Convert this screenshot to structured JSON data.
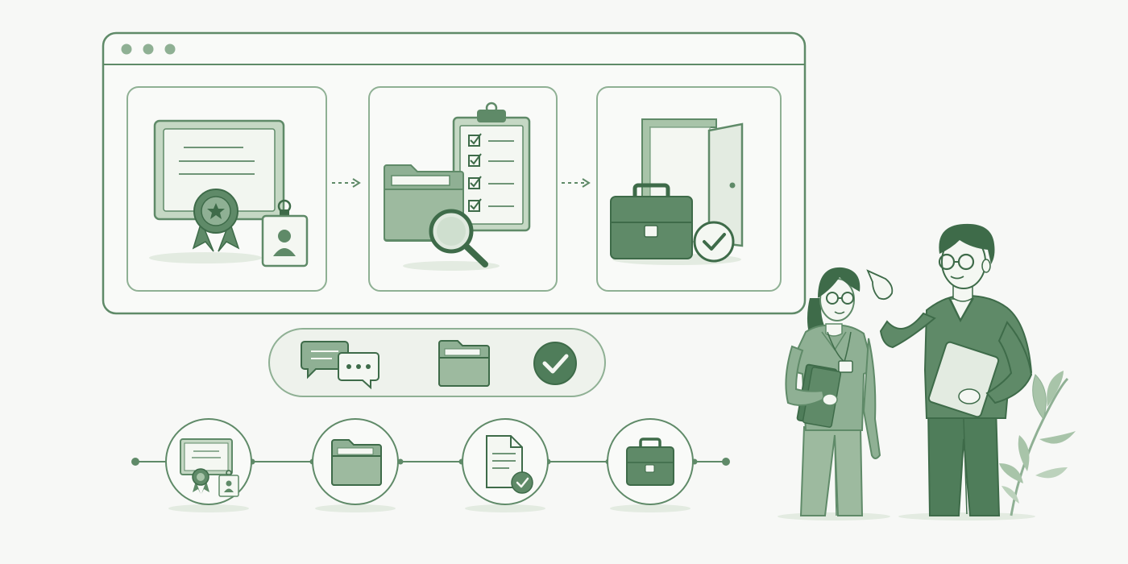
{
  "window": {
    "controls": [
      "dot",
      "dot",
      "dot"
    ]
  },
  "steps": [
    {
      "icon": "certificate-badge-icon"
    },
    {
      "icon": "folder-checklist-search-icon"
    },
    {
      "icon": "briefcase-door-check-icon"
    }
  ],
  "action_bar": {
    "icons": [
      "chat-bubbles-icon",
      "folder-icon",
      "check-circle-icon"
    ]
  },
  "timeline": {
    "nodes": [
      "certificate-icon",
      "folder-icon",
      "document-check-icon",
      "briefcase-icon"
    ]
  },
  "people": [
    "woman-with-binder",
    "man-pointing-with-tablet"
  ],
  "colors": {
    "primary": "#4f7d5a",
    "dark": "#3e6b49",
    "light": "#a8c4a9",
    "pale": "#dfe9de",
    "outline": "#5f8a68",
    "background": "#f7f8f6"
  }
}
